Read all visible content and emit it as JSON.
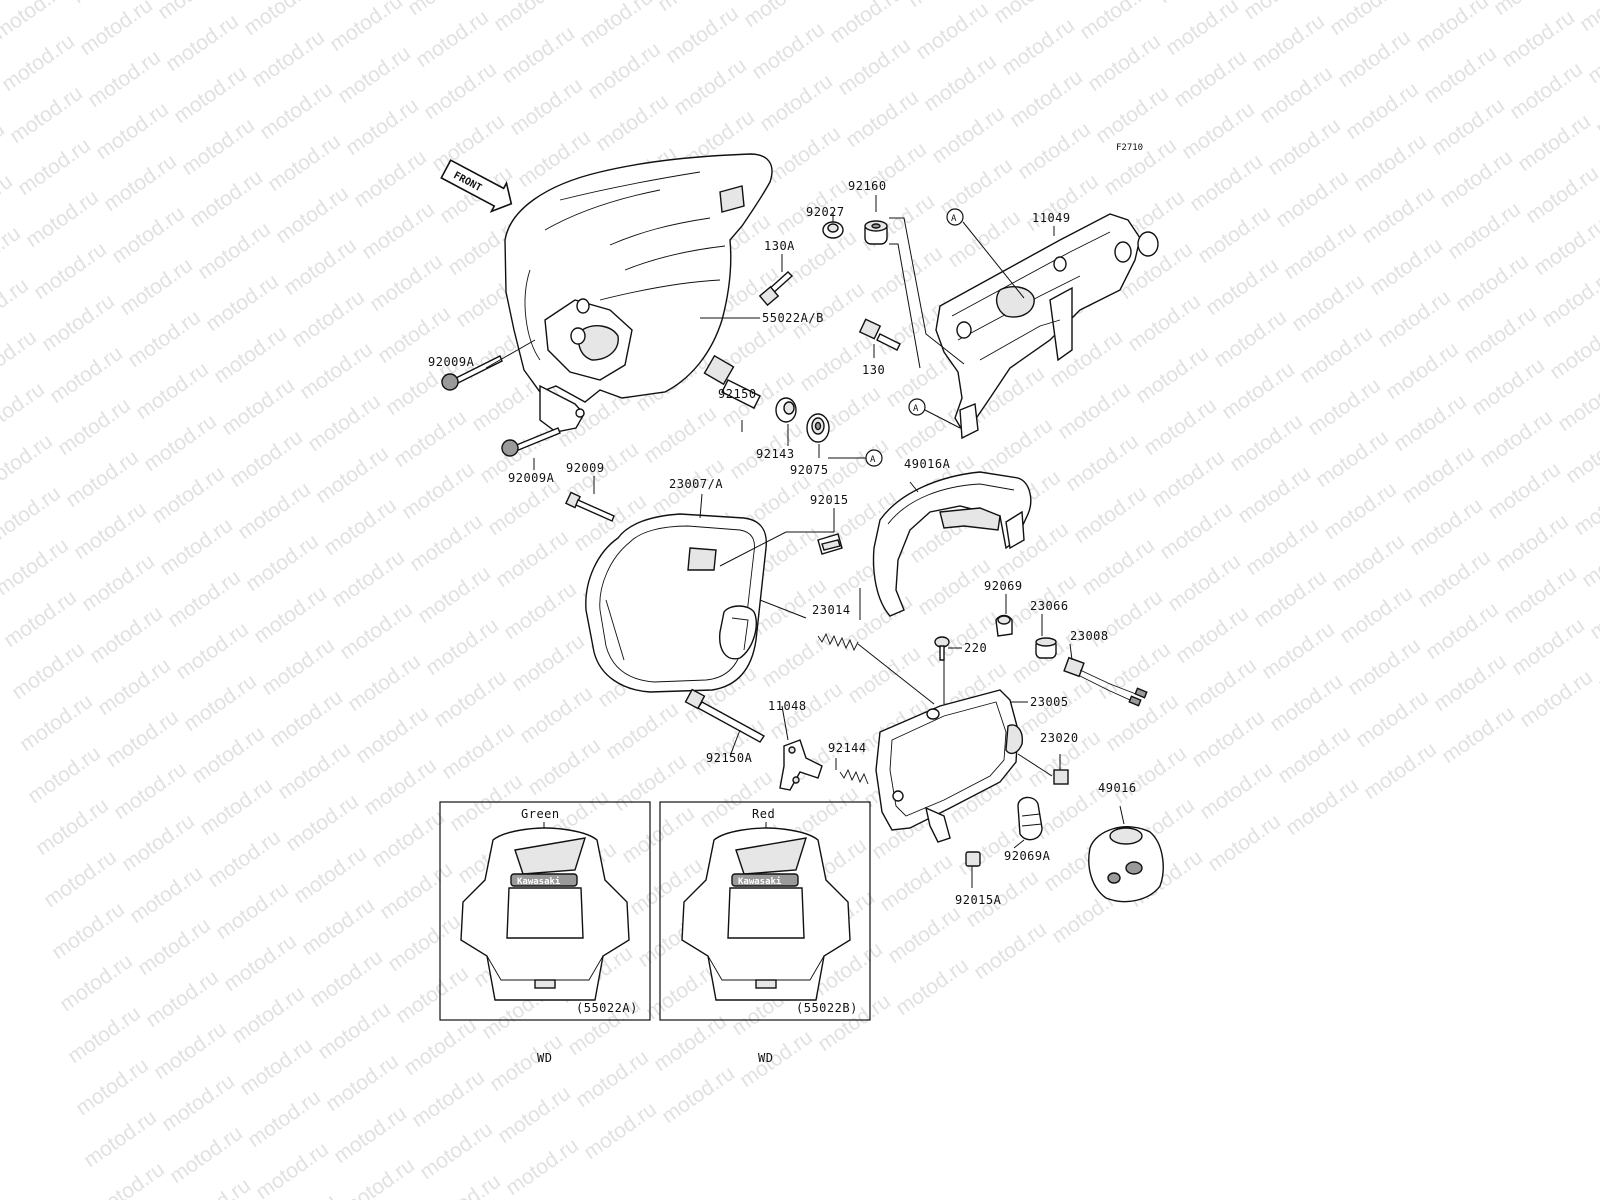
{
  "watermark": "motod.ru",
  "figure_code": "F2710",
  "front_label": "FRONT",
  "callout_letter": "A",
  "labels": {
    "p92160": "92160",
    "p92027": "92027",
    "p11049": "11049",
    "p130A": "130A",
    "p55022AB": "55022A/B",
    "p92009A_1": "92009A",
    "p130": "130",
    "p92150": "92150",
    "p92143": "92143",
    "p92075": "92075",
    "p92009A_2": "92009A",
    "p92009": "92009",
    "p23007A": "23007/A",
    "p92015": "92015",
    "p49016A": "49016A",
    "p92069": "92069",
    "p23066": "23066",
    "p23014": "23014",
    "p220": "220",
    "p23008": "23008",
    "p23005": "23005",
    "p11048": "11048",
    "p92150A": "92150A",
    "p92144": "92144",
    "p23020": "23020",
    "p49016": "49016",
    "p92069A": "92069A",
    "p92015A": "92015A"
  },
  "insets": [
    {
      "color_label": "Green",
      "part_ref": "(55022A)",
      "model_label": "WD",
      "brand": "Kawasaki"
    },
    {
      "color_label": "Red",
      "part_ref": "(55022B)",
      "model_label": "WD",
      "brand": "Kawasaki"
    }
  ]
}
